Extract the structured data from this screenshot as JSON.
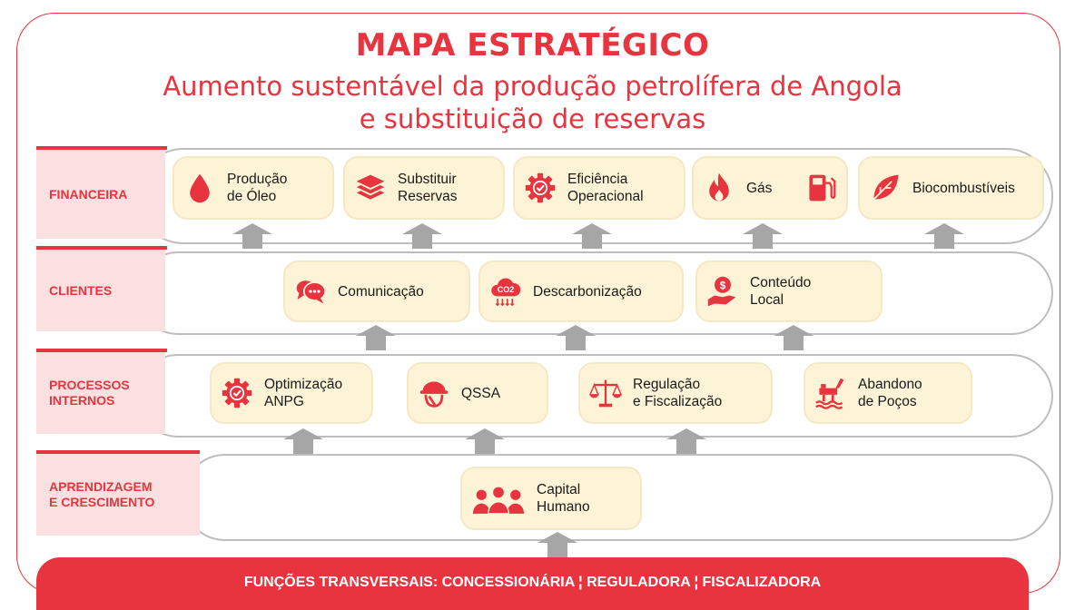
{
  "header": {
    "title": "MAPA ESTRATÉGICO",
    "subtitle_line1": "Aumento sustentável da produção petrolífera de Angola",
    "subtitle_line2": "e substituição de reservas"
  },
  "perspectives": {
    "financeira": {
      "label": "FINANCEIRA",
      "items": [
        {
          "text": "Produção\nde Óleo",
          "icon": "oil-drop-icon"
        },
        {
          "text": "Substituir\nReservas",
          "icon": "layers-icon"
        },
        {
          "text": "Eficiência\nOperacional",
          "icon": "gear-check-icon"
        },
        {
          "text": "Gás",
          "icon": "flame-icon",
          "icon2": "fuel-pump-icon"
        },
        {
          "text": "Biocombustíveis",
          "icon": "leaf-icon"
        }
      ]
    },
    "clientes": {
      "label": "CLIENTES",
      "items": [
        {
          "text": "Comunicação",
          "icon": "chat-bubbles-icon"
        },
        {
          "text": "Descarbonização",
          "icon": "co2-cloud-icon",
          "icon_text": "CO2"
        },
        {
          "text": "Conteúdo\nLocal",
          "icon": "hand-coin-icon",
          "icon_text": "$"
        }
      ]
    },
    "processos": {
      "label": "PROCESSOS\nINTERNOS",
      "items": [
        {
          "text": "Optimização\nANPG",
          "icon": "gear-check-icon"
        },
        {
          "text": "QSSA",
          "icon": "worker-helmet-icon"
        },
        {
          "text": "Regulação\ne Fiscalização",
          "icon": "scales-icon"
        },
        {
          "text": "Abandono\nde Poços",
          "icon": "oil-platform-icon"
        }
      ]
    },
    "aprendizagem": {
      "label": "APRENDIZAGEM\nE CRESCIMENTO",
      "items": [
        {
          "text": "Capital\nHumano",
          "icon": "team-icon"
        }
      ]
    }
  },
  "footer": {
    "text": "FUNÇÕES TRANSVERSAIS: CONCESSIONÁRIA  ¦  REGULADORA  ¦ FISCALIZADORA"
  },
  "colors": {
    "accent": "#e8343f",
    "card": "#fdf3d6",
    "label_bg": "#fbe0e2",
    "band_border": "#bdbdbd",
    "arrow": "#a6a6a6"
  }
}
